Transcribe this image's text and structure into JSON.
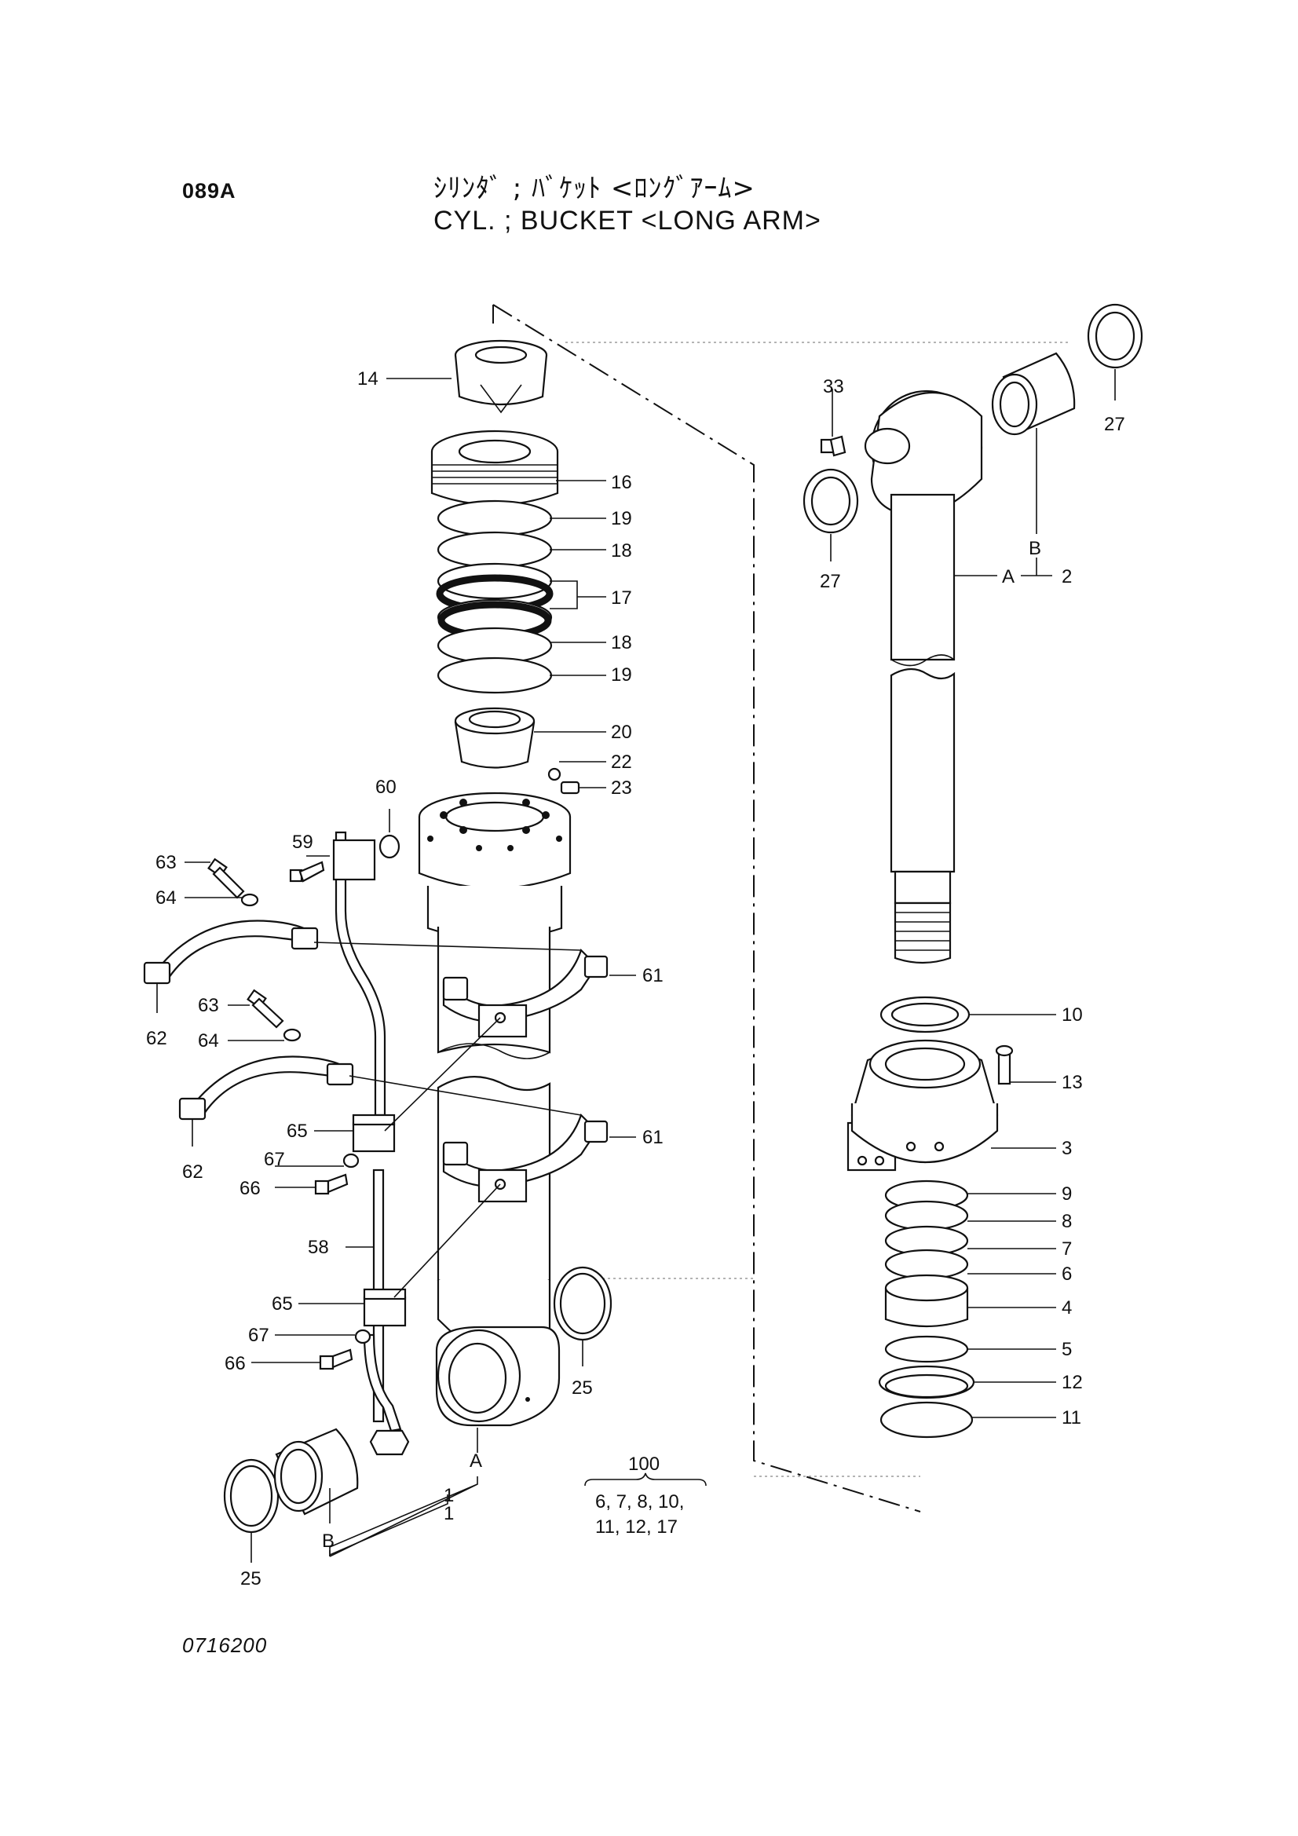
{
  "header": {
    "code": "089A",
    "title_jp": "ｼﾘﾝﾀﾞ ; ﾊﾞｹｯﾄ <ﾛﾝｸﾞｱｰﾑ>",
    "title_en": "CYL. ; BUCKET <LONG ARM>"
  },
  "footer": {
    "drawing_number": "0716200"
  },
  "callouts": {
    "p14": "14",
    "p16": "16",
    "p19a": "19",
    "p18a": "18",
    "p17": "17",
    "p18b": "18",
    "p19b": "19",
    "p20": "20",
    "p22": "22",
    "p23": "23",
    "p60": "60",
    "p59": "59",
    "p63a": "63",
    "p64a": "64",
    "p61a": "61",
    "p62a": "62",
    "p63b": "63",
    "p64b": "64",
    "p62b": "62",
    "p65a": "65",
    "p67a": "67",
    "p66a": "66",
    "p61b": "61",
    "p58": "58",
    "p65b": "65",
    "p67b": "67",
    "p66b": "66",
    "p25a": "25",
    "p25b": "25",
    "pA1": "A",
    "pB1": "B",
    "p1a": "1",
    "p1b": "1",
    "p33": "33",
    "p27a": "27",
    "p27b": "27",
    "pB2": "B",
    "pA2": "A",
    "p2": "2",
    "p10": "10",
    "p13": "13",
    "p3": "3",
    "p9": "9",
    "p8": "8",
    "p7": "7",
    "p6": "6",
    "p4": "4",
    "p5": "5",
    "p12": "12",
    "p11": "11"
  },
  "kit": {
    "number": "100",
    "line1": "6, 7, 8, 10,",
    "line2": "11, 12, 17"
  }
}
